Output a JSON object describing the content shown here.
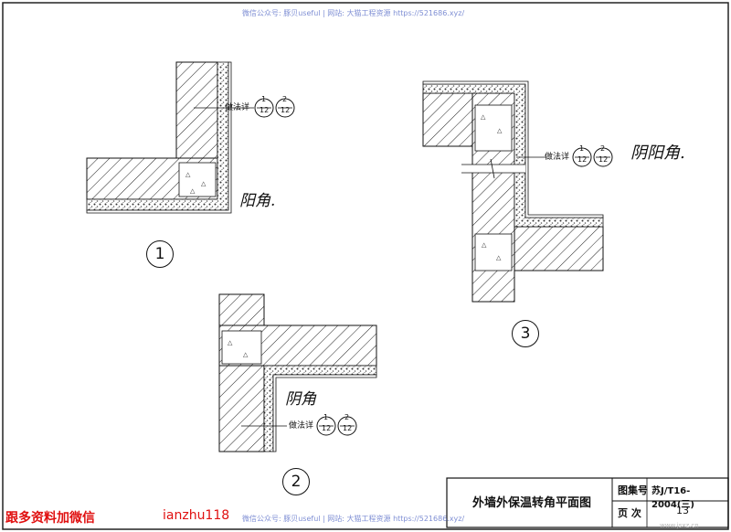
{
  "watermark": "微信公众号: 豚贝useful | 网站: 大猫工程资源 https://521686.xyz/",
  "footer_note": "跟多资料加微信",
  "footer_id": "ianzhu118",
  "annotation": {
    "label": "做法详",
    "ref1": {
      "top": "1",
      "bottom": "12"
    },
    "ref2": {
      "top": "2",
      "bottom": "12"
    }
  },
  "details": [
    {
      "number": "1",
      "hand_label": "阳角."
    },
    {
      "number": "2",
      "hand_label": "阴角"
    },
    {
      "number": "3",
      "hand_label": "阴阳角."
    }
  ],
  "title_block": {
    "title": "外墙外保温转角平面图",
    "atlas_label": "图集号",
    "atlas_value": "苏J/T16-2004(三)",
    "page_label": "页  次",
    "page_value": "13",
    "faint_url": "www.jsxz.cn"
  }
}
